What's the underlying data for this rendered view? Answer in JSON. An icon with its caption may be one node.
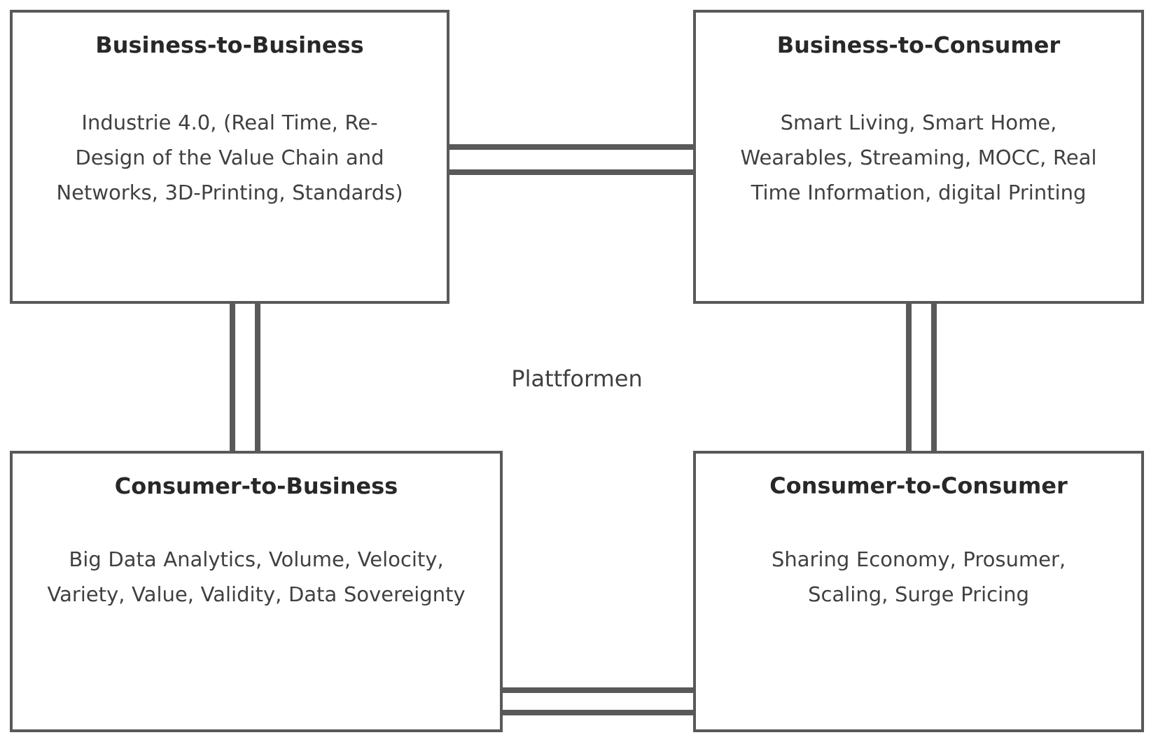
{
  "diagram": {
    "nodes": [
      {
        "text": [
          "Business-to-Business",
          "Industrie 4.0, (Real Time, Re-Design of the Value Chain and Networks, 3D-Printing, Standards)"
        ]
      },
      {
        "text": [
          "Business-to-Consumer",
          "Smart Living, Smart Home, Wearables, Streaming, MOCC, Real Time Information, digital Printing"
        ]
      },
      {
        "text": [
          "Consumer-to-Business",
          "Big Data Analytics, Volume, Velocity, Variety, Value, Validity, Data Sovereignty"
        ]
      },
      {
        "text": [
          "Consumer-to-Consumer",
          "Sharing Economy, Prosumer, Scaling, Surge Pricing"
        ]
      }
    ],
    "edges": [
      {
        "from": 0,
        "to": 1,
        "arrow": "none"
      },
      {
        "from": 0,
        "to": 2,
        "arrow": "none"
      },
      {
        "from": 1,
        "to": 3,
        "arrow": "none"
      },
      {
        "from": 2,
        "to": 3,
        "arrow": "none"
      }
    ],
    "labels": [
      "Plattformen"
    ]
  }
}
